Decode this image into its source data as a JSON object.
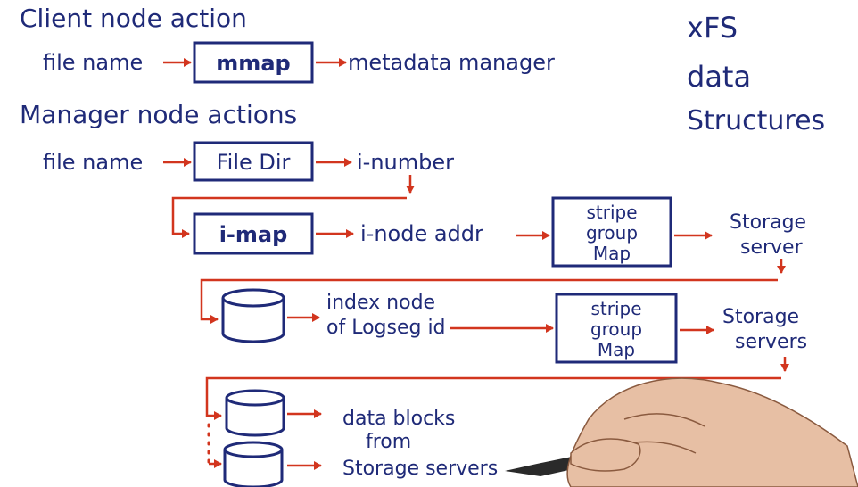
{
  "side_title": [
    "xFS",
    "data",
    "Structures"
  ],
  "client": {
    "heading": "Client node action",
    "input": "file name",
    "box": "mmap",
    "output": "metadata manager"
  },
  "manager": {
    "heading": "Manager node actions",
    "row1": {
      "input": "file name",
      "box": "File Dir",
      "output": "i-number"
    },
    "row2": {
      "box": "i-map",
      "output": "i-node addr",
      "box2": [
        "stripe",
        "group",
        "Map"
      ],
      "server": [
        "Storage",
        "server"
      ]
    },
    "row3": {
      "label": [
        "index node",
        "of Logseg id"
      ],
      "box2": [
        "stripe",
        "group",
        "Map"
      ],
      "server": [
        "Storage",
        "servers"
      ]
    },
    "row4": {
      "label": [
        "data blocks",
        "from",
        "Storage servers"
      ]
    }
  },
  "colors": {
    "ink": "#1f2a78",
    "arrow": "#d2351e"
  }
}
